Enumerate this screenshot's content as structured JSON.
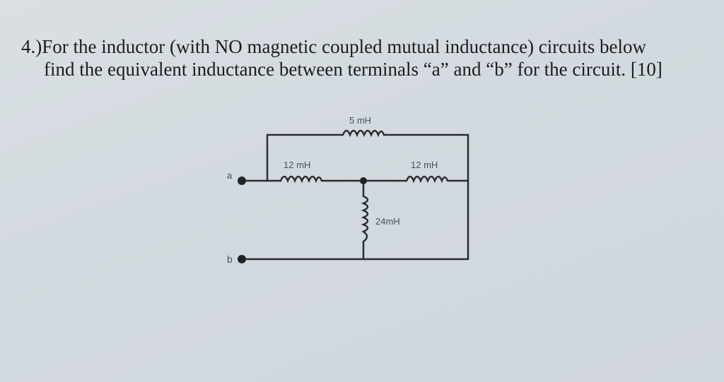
{
  "question": {
    "number": "4.)",
    "line1": "For the inductor (with NO magnetic coupled mutual inductance) circuits below",
    "line2": "find the equivalent inductance between terminals “a” and “b” for the circuit. [10]"
  },
  "circuit": {
    "terminal_a": "a",
    "terminal_b": "b",
    "inductor_top": "5 mH",
    "inductor_left": "12 mH",
    "inductor_right": "12 mH",
    "inductor_middle": "24mH"
  }
}
